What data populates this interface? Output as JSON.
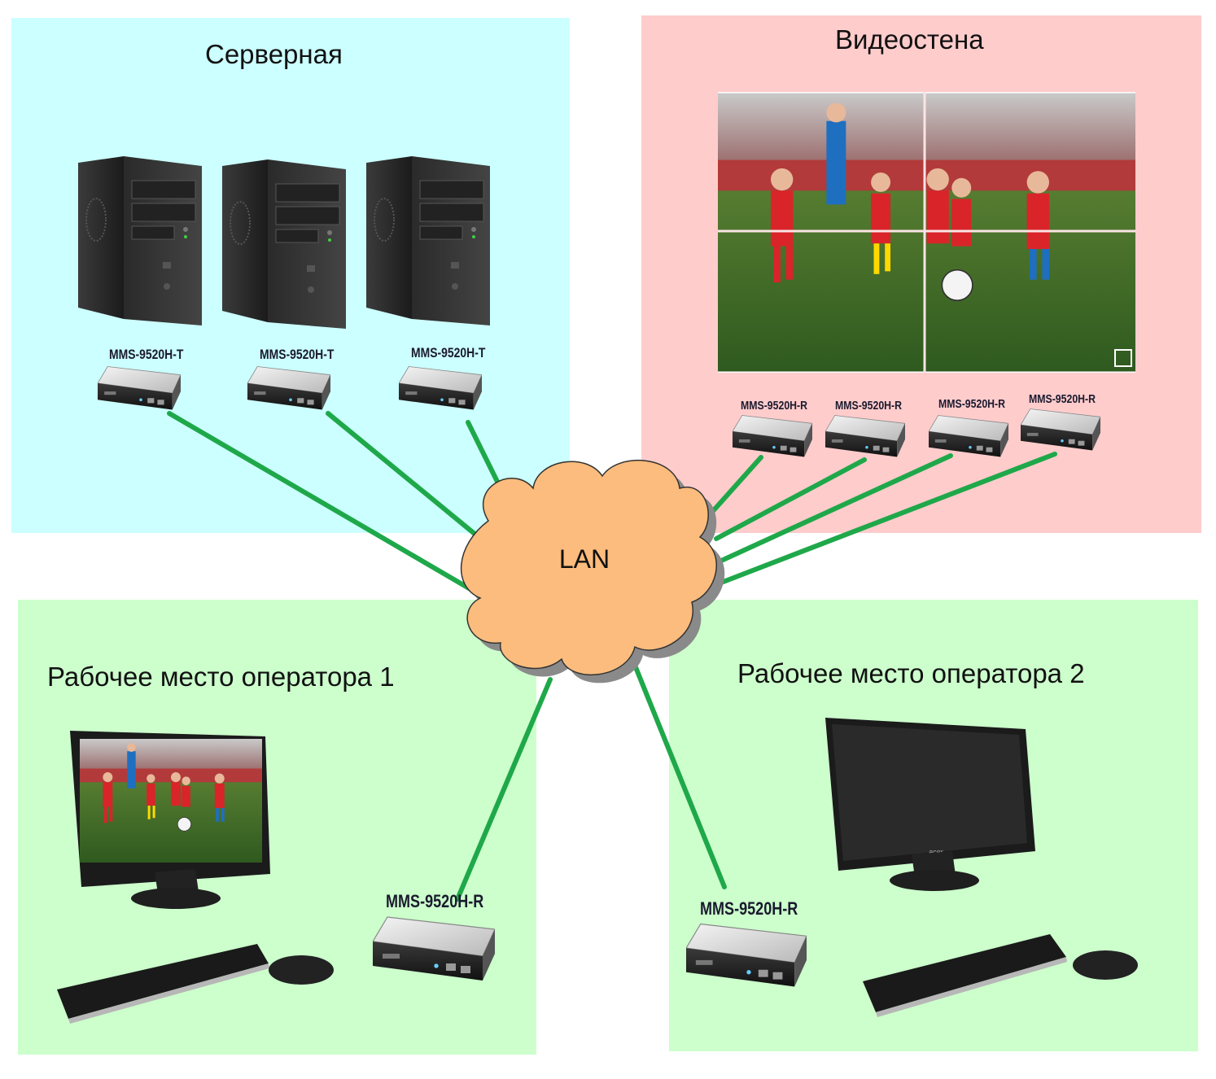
{
  "zones": {
    "server_room": {
      "title": "Серверная",
      "color": "#ccffff"
    },
    "video_wall": {
      "title": "Видеостена",
      "color": "#ffcccc"
    },
    "operator1": {
      "title": "Рабочее место оператора 1",
      "color": "#ccffcc"
    },
    "operator2": {
      "title": "Рабочее место оператора 2",
      "color": "#ccffcc"
    }
  },
  "network": {
    "label": "LAN",
    "cloud_color": "#fbbc7d",
    "link_color": "#1fa84a"
  },
  "transmitters": [
    {
      "label": "MMS-9520H-T"
    },
    {
      "label": "MMS-9520H-T"
    },
    {
      "label": "MMS-9520H-T"
    }
  ],
  "wall_receivers": [
    {
      "label": "MMS-9520H-R"
    },
    {
      "label": "MMS-9520H-R"
    },
    {
      "label": "MMS-9520H-R"
    },
    {
      "label": "MMS-9520H-R"
    }
  ],
  "operator1_receiver": {
    "label": "MMS-9520H-R"
  },
  "operator2_receiver": {
    "label": "MMS-9520H-R"
  },
  "monitor_brand": "acer"
}
